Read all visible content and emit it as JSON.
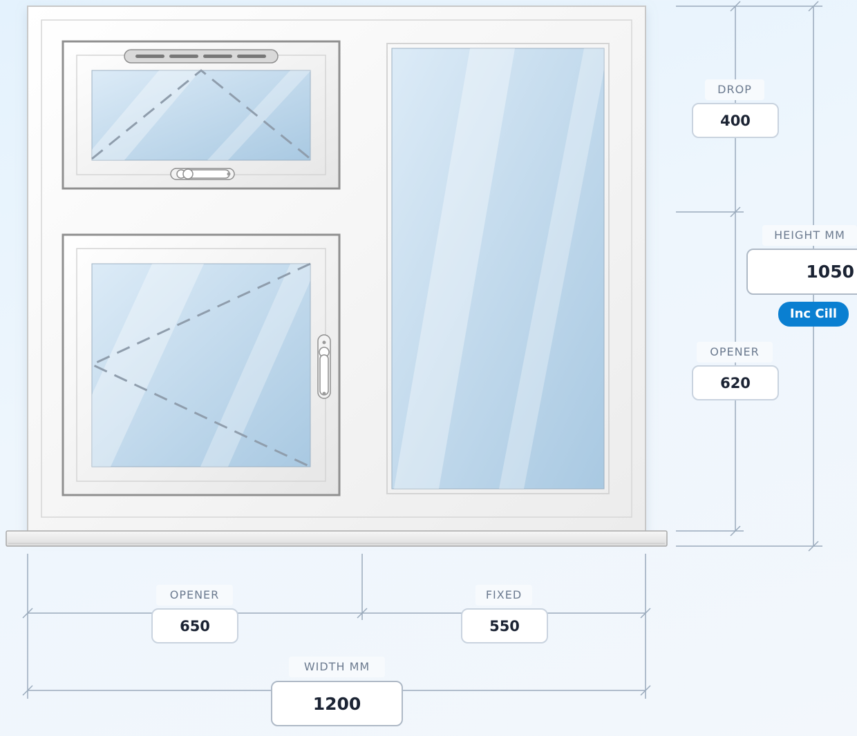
{
  "dimensions": {
    "drop": {
      "label": "DROP",
      "value": "400"
    },
    "height": {
      "label": "HEIGHT MM",
      "value": "1050",
      "badge": "Inc Cill"
    },
    "opener_height": {
      "label": "OPENER",
      "value": "620"
    },
    "opener_width": {
      "label": "OPENER",
      "value": "650"
    },
    "fixed": {
      "label": "FIXED",
      "value": "550"
    },
    "width": {
      "label": "WIDTH MM",
      "value": "1200"
    }
  },
  "colors": {
    "accent": "#0a7fd1",
    "dimension_line": "#9aaabb",
    "frame": "#ffffff",
    "glass": "#c6ddf0"
  }
}
